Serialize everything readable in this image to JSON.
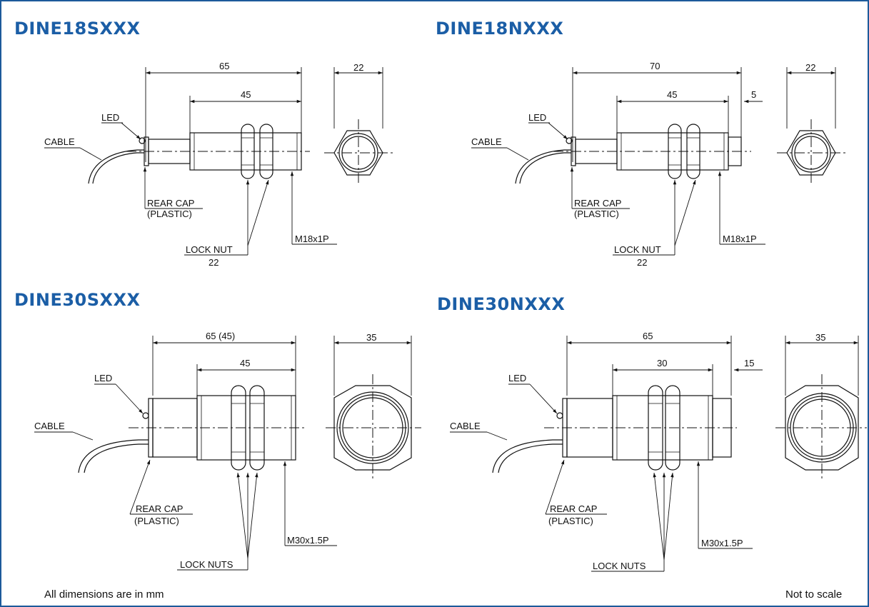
{
  "drawings": {
    "d18s": {
      "title": "DINE18SXXX",
      "dim_overall": "65",
      "dim_thread": "45",
      "dim_hex": "22",
      "label_led": "LED",
      "label_cable": "CABLE",
      "label_rear_cap": "REAR CAP",
      "label_rear_cap_material": "(PLASTIC)",
      "label_lock_nut": "LOCK NUT",
      "label_lock_nut_size": "22",
      "label_thread": "M18x1P"
    },
    "d18n": {
      "title": "DINE18NXXX",
      "dim_overall": "70",
      "dim_thread": "45",
      "dim_offset": "5",
      "dim_hex": "22",
      "label_led": "LED",
      "label_cable": "CABLE",
      "label_rear_cap": "REAR CAP",
      "label_rear_cap_material": "(PLASTIC)",
      "label_lock_nut": "LOCK NUT",
      "label_lock_nut_size": "22",
      "label_thread": "M18x1P"
    },
    "d30s": {
      "title": "DINE30SXXX",
      "dim_overall": "65 (45)",
      "dim_thread": "45",
      "dim_hex": "35",
      "label_led": "LED",
      "label_cable": "CABLE",
      "label_rear_cap": "REAR CAP",
      "label_rear_cap_material": "(PLASTIC)",
      "label_lock_nuts": "LOCK NUTS",
      "label_thread": "M30x1.5P"
    },
    "d30n": {
      "title": "DINE30NXXX",
      "dim_overall": "65",
      "dim_thread": "30",
      "dim_offset": "15",
      "dim_hex": "35",
      "label_led": "LED",
      "label_cable": "CABLE",
      "label_rear_cap": "REAR CAP",
      "label_rear_cap_material": "(PLASTIC)",
      "label_lock_nuts": "LOCK NUTS",
      "label_thread": "M30x1.5P"
    }
  },
  "footer": {
    "units_note": "All dimensions are in mm",
    "scale_note": "Not to scale"
  }
}
